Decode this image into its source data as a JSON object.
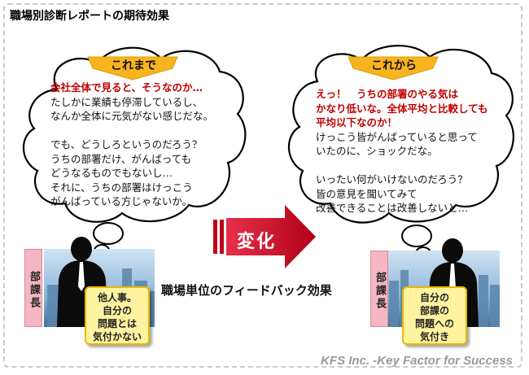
{
  "title": "職場別診断レポートの期待効果",
  "before": {
    "tab": "これまで",
    "lines": [
      {
        "text": "会社全体で見ると、そうなのか…",
        "emphasis": true
      },
      {
        "text": "たしかに業績も停滞しているし、",
        "emphasis": false
      },
      {
        "text": "なんか全体に元気がない感じだな。",
        "emphasis": false
      },
      {
        "text": "",
        "emphasis": false
      },
      {
        "text": "でも、どうしろというのだろう？",
        "emphasis": false
      },
      {
        "text": "うちの部署だけ、がんばっても",
        "emphasis": false
      },
      {
        "text": "どうなるものでもないし…",
        "emphasis": false
      },
      {
        "text": "それに、うちの部署はけっこう",
        "emphasis": false
      },
      {
        "text": "がんばっている方じゃないか。",
        "emphasis": false
      }
    ],
    "role": "部課長",
    "note": [
      "他人事。",
      "自分の",
      "問題とは",
      "気付かない"
    ]
  },
  "after": {
    "tab": "これから",
    "lines": [
      {
        "text": "えっ！　うちの部署のやる気は",
        "emphasis": true
      },
      {
        "text": "かなり低いな。全体平均と比較しても",
        "emphasis": true
      },
      {
        "text": "平均以下なのか！",
        "emphasis": true
      },
      {
        "text": "けっこう皆がんばっていると思って",
        "emphasis": false
      },
      {
        "text": "いたのに、ショックだな。",
        "emphasis": false
      },
      {
        "text": "",
        "emphasis": false
      },
      {
        "text": "いったい何がいけないのだろう？",
        "emphasis": false
      },
      {
        "text": "皆の意見を聞いてみて",
        "emphasis": false
      },
      {
        "text": "改善できることは改善しないと…",
        "emphasis": false
      }
    ],
    "role": "部課長",
    "note": [
      "自分の",
      "部課の",
      "問題への",
      "気付き"
    ]
  },
  "change_label": "変化",
  "caption": "職場単位のフィードバック効果",
  "footer": "KFS Inc. -Key Factor for Success",
  "colors": {
    "tab_fill": "#f7b41e",
    "emphasis_text": "#c00000",
    "arrow": "#c0001a",
    "note_fill": "#fff3a0",
    "badge_fill": "#f4b6c2"
  }
}
